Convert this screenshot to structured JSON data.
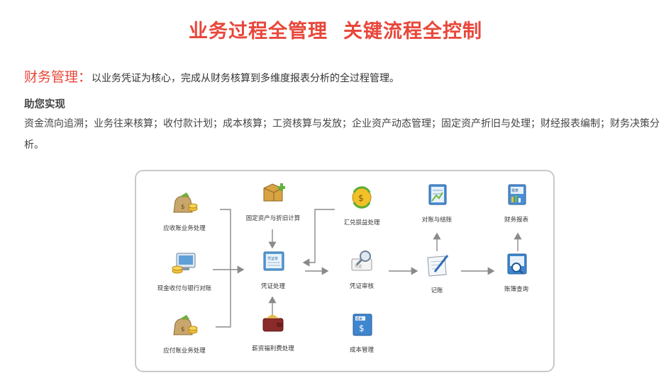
{
  "header": {
    "title_part1": "业务过程全管理",
    "title_part2": "关键流程全控制"
  },
  "intro": {
    "label": "财务管理：",
    "text": "以业务凭证为核心，完成从财务核算到多维度报表分析的全过程管理。"
  },
  "help": {
    "title": "助您实现",
    "description": "资金流向追溯；业务往来核算；收付款计划；成本核算；工资核算与发放；企业资产动态管理；固定资产折旧与处理；财经报表编制；财务决策分析。"
  },
  "diagram": {
    "nodes": {
      "receivables": "应收账业务处理",
      "cash_bank": "现金收付与银行对账",
      "payables": "应付账业务处理",
      "fixed_assets": "固定资产与折旧计算",
      "voucher": "凭证处理",
      "payroll": "薪资福利费处理",
      "fx_gain": "汇兑损益处理",
      "voucher_review": "凭证审核",
      "cost_mgmt": "成本管理",
      "reconcile": "对账与结账",
      "posting": "记账",
      "fin_report": "财务报表",
      "ledger_query": "账簿查询"
    },
    "icon_texts": {
      "voucher_icon": "凭证单",
      "review_icon": "凭证",
      "cost_icon": "成本",
      "report_icon": "报表"
    }
  }
}
